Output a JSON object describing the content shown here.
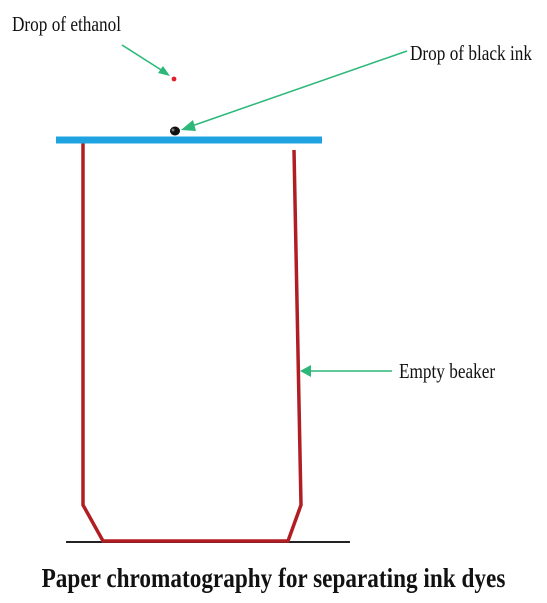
{
  "labels": {
    "ethanol": "Drop of ethanol",
    "ink": "Drop of black ink",
    "beaker": "Empty beaker"
  },
  "caption": "Paper chromatography for separating ink dyes",
  "colors": {
    "paper_strip": "#1fa3e0",
    "beaker": "#b01e24",
    "arrow": "#2db87a",
    "ethanol_drop": "#e0202a",
    "ink_drop": "#111111",
    "ground": "#222222"
  }
}
